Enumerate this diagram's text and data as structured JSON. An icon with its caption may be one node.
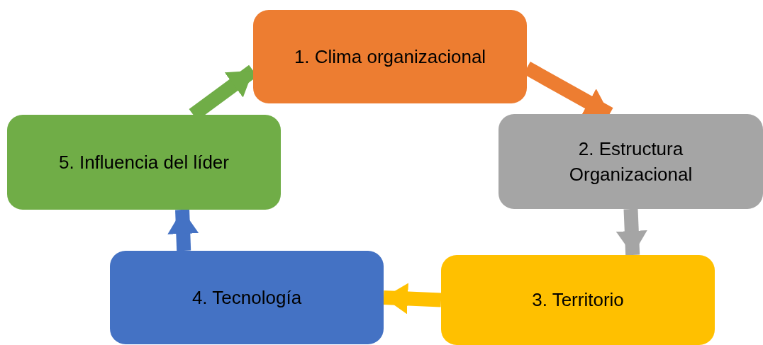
{
  "diagram": {
    "nodes": [
      {
        "text": [
          "1. Clima organizacional"
        ]
      },
      {
        "text": [
          "2. Estructura Organizacional"
        ]
      },
      {
        "text": [
          "3. Territorio"
        ]
      },
      {
        "text": [
          "4. Tecnología"
        ]
      },
      {
        "text": [
          "5. Influencia del líder"
        ]
      }
    ],
    "edges": [
      {
        "from": 0,
        "to": 1,
        "arrow": "to",
        "color": "#ed7d31"
      },
      {
        "from": 1,
        "to": 2,
        "arrow": "to",
        "color": "#a5a5a5"
      },
      {
        "from": 2,
        "to": 3,
        "arrow": "to",
        "color": "#ffc000"
      },
      {
        "from": 3,
        "to": 4,
        "arrow": "to",
        "color": "#4472c4"
      },
      {
        "from": 4,
        "to": 0,
        "arrow": "to",
        "color": "#70ad47"
      }
    ]
  }
}
